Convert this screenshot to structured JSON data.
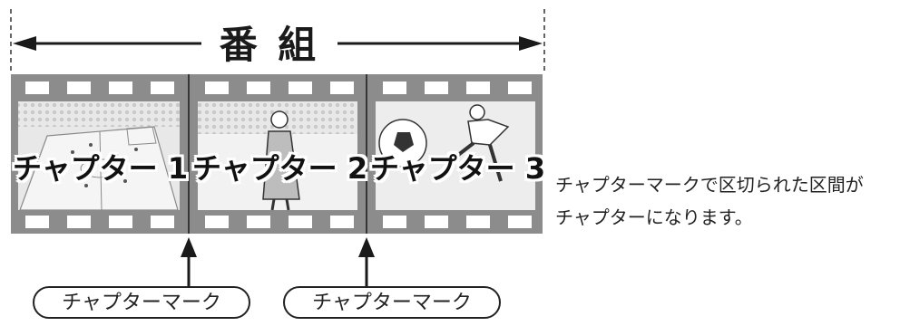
{
  "program": {
    "title": "番 組"
  },
  "chapters": [
    {
      "label": "チャプター 1"
    },
    {
      "label": "チャプター 2"
    },
    {
      "label": "チャプター 3"
    }
  ],
  "chapter_marks": [
    {
      "label": "チャプターマーク"
    },
    {
      "label": "チャプターマーク"
    }
  ],
  "caption": {
    "text": "チャプターマークで区切られた区間が\nチャプターになります。"
  },
  "colors": {
    "film_base": "#8c8c8c",
    "frame_bg": "#e8e8e8",
    "perforation": "#ffffff",
    "line": "#1a1a1a"
  }
}
